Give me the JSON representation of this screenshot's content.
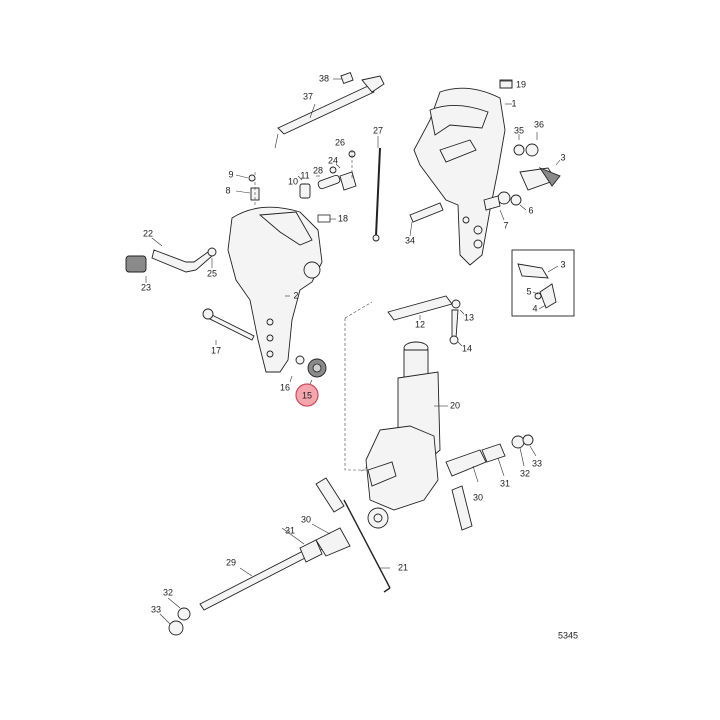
{
  "figure_number": "5345",
  "callouts": {
    "c38": "38",
    "c37": "37",
    "c19": "19",
    "c1": "1",
    "c35": "35",
    "c36": "36",
    "c3a": "3",
    "c26": "26",
    "c27": "27",
    "c28": "28",
    "c24": "24",
    "c9": "9",
    "c11": "11",
    "c10": "10",
    "c8": "8",
    "c6": "6",
    "c7": "7",
    "c18": "18",
    "c34": "34",
    "c22": "22",
    "c25": "25",
    "c23": "23",
    "c2": "2",
    "c3b": "3",
    "c5": "5",
    "c4": "4",
    "c12": "12",
    "c13": "13",
    "c14": "14",
    "c17": "17",
    "c16": "16",
    "c15": "15",
    "c20": "20",
    "c33a": "33",
    "c32a": "32",
    "c31a": "31",
    "c30a": "30",
    "c31b": "31",
    "c30b": "30",
    "c21": "21",
    "c29": "29",
    "c32b": "32",
    "c33b": "33"
  },
  "highlighted_callout": "15",
  "highlight_color": "#f4a6ae"
}
